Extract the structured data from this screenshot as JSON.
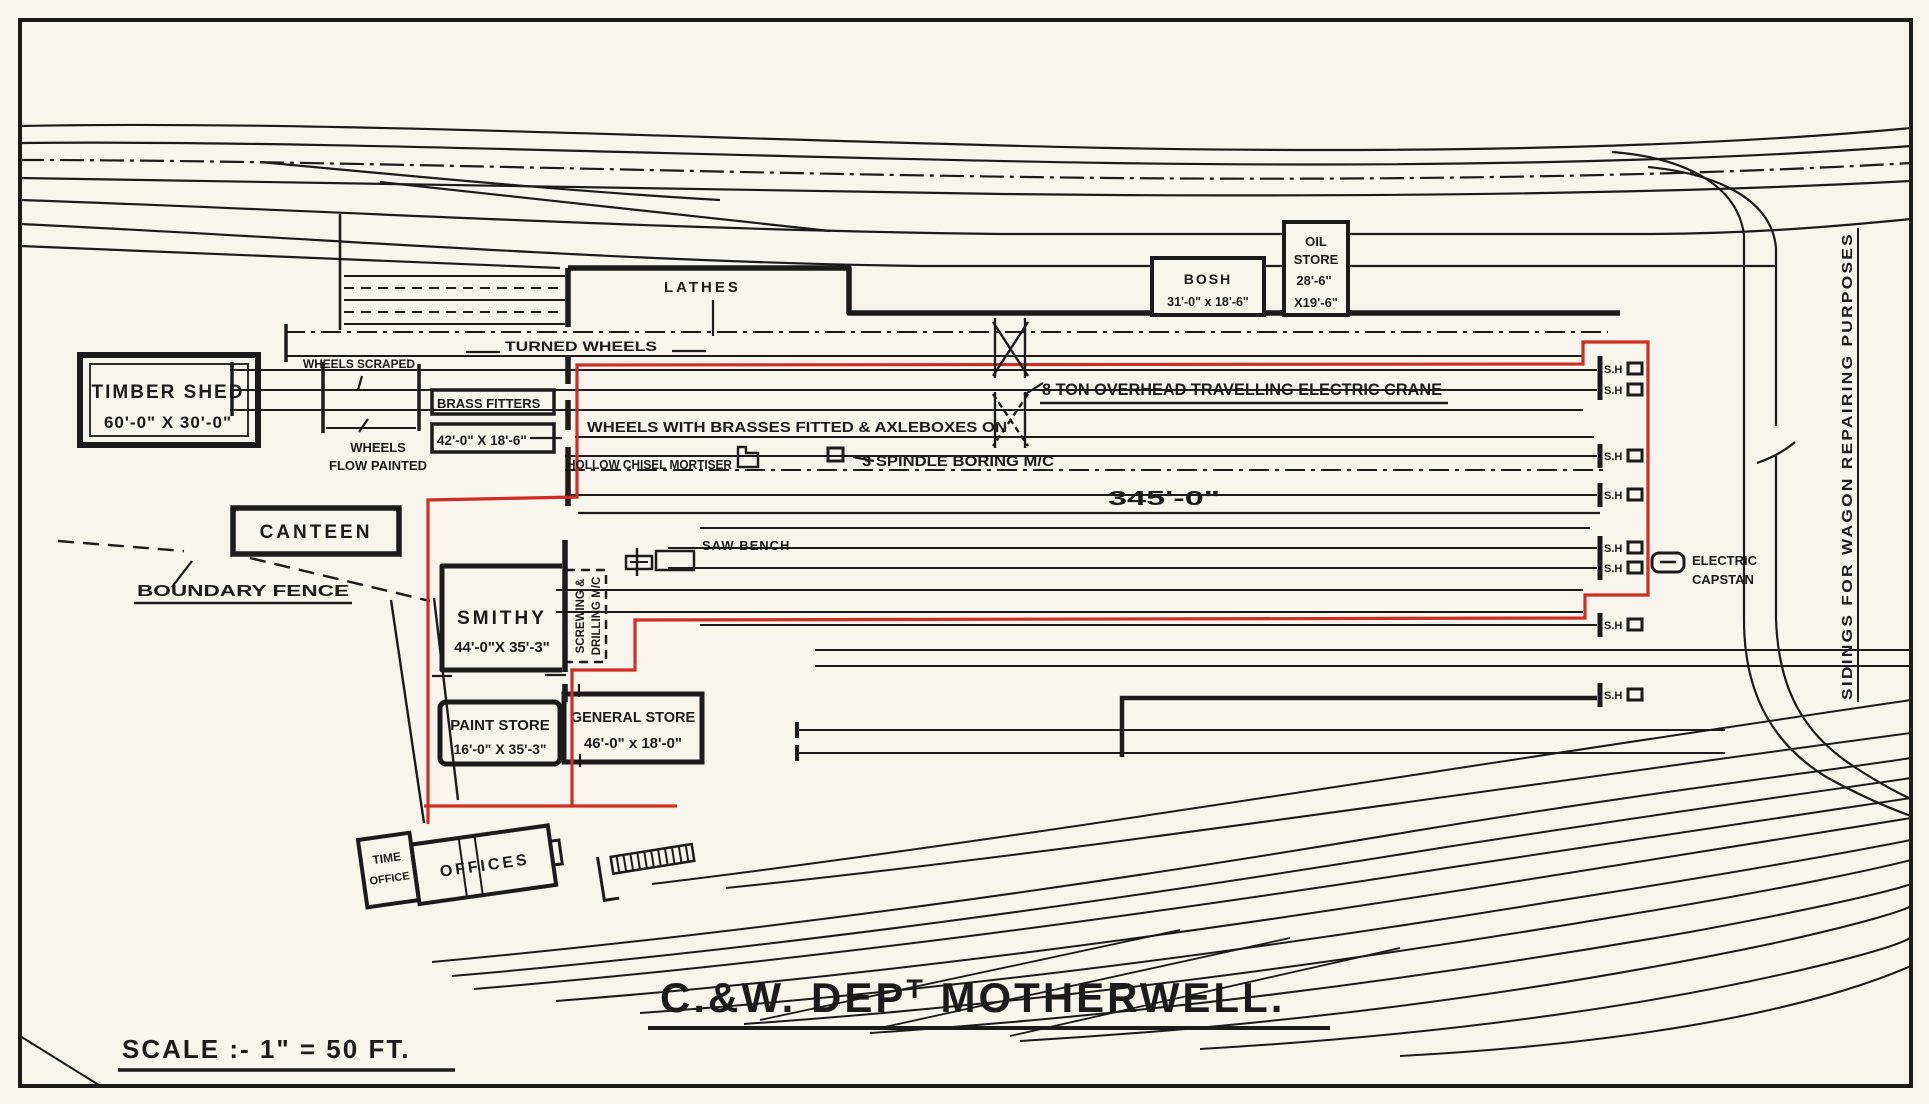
{
  "drawing": {
    "title": {
      "p1": "C.&W. DEP",
      "sup": "T",
      "p2": " MOTHERWELL."
    },
    "scale_label": "SCALE :- 1\" = 50 FT.",
    "buildings": {
      "timber_shed": {
        "name": "TIMBER SHED",
        "dims": "60'-0\" X 30'-0\""
      },
      "canteen": {
        "name": "CANTEEN"
      },
      "smithy": {
        "name": "SMITHY",
        "dims": "44'-0\"X 35'-3\""
      },
      "paint_store": {
        "name": "PAINT STORE",
        "dims": "16'-0\" X 35'-3\""
      },
      "general_store": {
        "name": "GENERAL STORE",
        "dims": "46'-0\" x 18'-0\""
      },
      "time_office_1": "TIME",
      "time_office_2": "OFFICE",
      "offices": "OFFICES",
      "bosh": {
        "name": "BOSH",
        "dims": "31'-0\" x 18'-6\""
      },
      "oil_store_1": "OIL",
      "oil_store_2": "STORE",
      "oil_store_3": "28'-6\"",
      "oil_store_4": "X19'-6\"",
      "brass_fitters": {
        "name": "BRASS FITTERS",
        "dims": "42'-0\" X 18'-6\""
      }
    },
    "annotations": {
      "lathes": "LATHES",
      "turned_wheels": "TURNED WHEELS",
      "wheels_scraped": "WHEELS SCRAPED",
      "wheels_flow_painted_1": "WHEELS",
      "wheels_flow_painted_2": "FLOW PAINTED",
      "wheels_with_brasses": "WHEELS WITH BRASSES FITTED & AXLEBOXES ON",
      "hollow_chisel_mortiser": "HOLLOW CHISEL MORTISER",
      "spindle_boring": "3 SPINDLE BORING M/C",
      "crane": "8 TON OVERHEAD TRAVELLING ELECTRIC CRANE",
      "saw_bench": "SAW BENCH",
      "screwing_1": "SCREWING &",
      "screwing_2": "DRILLING M/C",
      "boundary_fence": "BOUNDARY FENCE",
      "dim_345": "345'-0\"",
      "electric_capstan_1": "ELECTRIC",
      "electric_capstan_2": "CAPSTAN",
      "sidings_note": "SIDINGS FOR WAGON REPAIRING PURPOSES",
      "sh": "S.H"
    },
    "colors": {
      "ink": "#1b1b1b",
      "red": "#cf2d24",
      "paper": "#f8f5ed"
    }
  }
}
